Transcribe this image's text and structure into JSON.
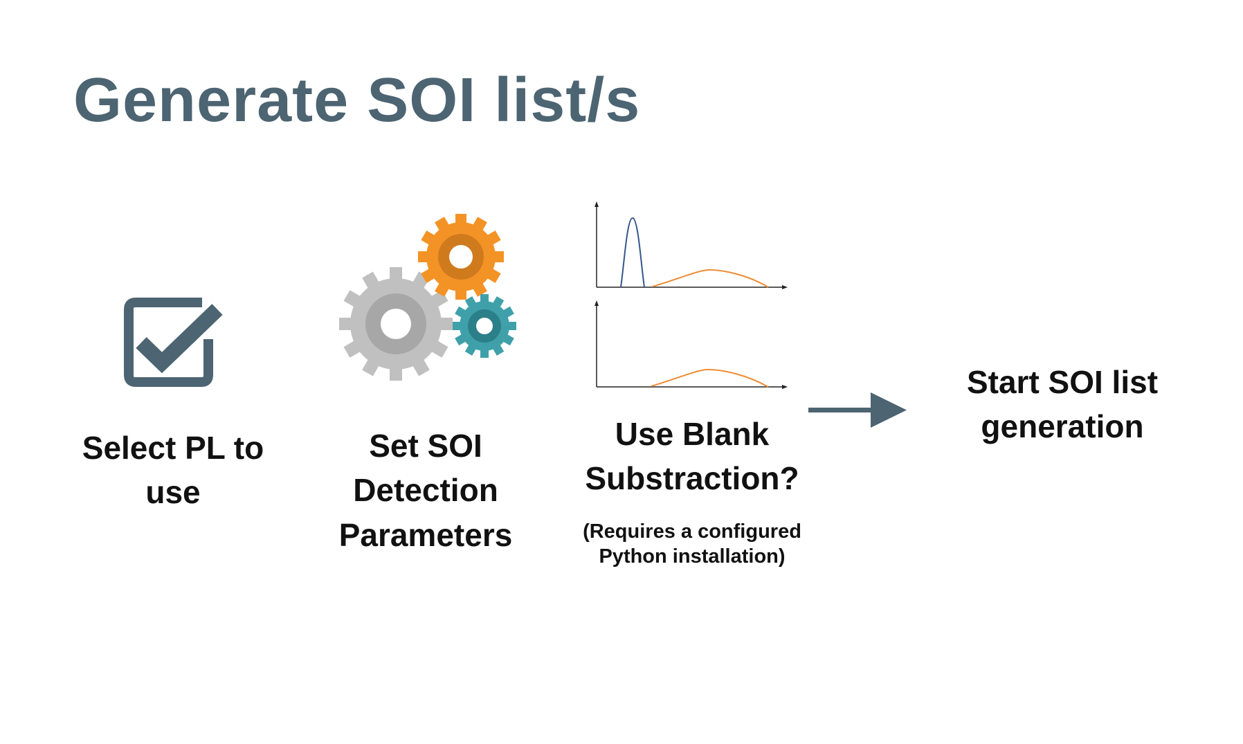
{
  "title": "Generate SOI list/s",
  "steps": [
    {
      "label": "Select PL to use",
      "icon": "checkbox-checked-icon"
    },
    {
      "label": "Set SOI Detection Parameters",
      "icon": "gears-icon"
    },
    {
      "label": "Use Blank Substraction?",
      "note": "(Requires a configured Python installation)",
      "icon": "chromatogram-icon"
    },
    {
      "label": "Start SOI list generation",
      "icon": "arrow-right-icon"
    }
  ],
  "colors": {
    "title": "#4d6472",
    "checkbox": "#4d6472",
    "arrow": "#4d6472",
    "gear_gray": "#c0c0c0",
    "gear_orange": "#f39325",
    "gear_teal": "#3fa0aa",
    "peak_blue": "#34568b",
    "peak_orange": "#ef8b33"
  }
}
